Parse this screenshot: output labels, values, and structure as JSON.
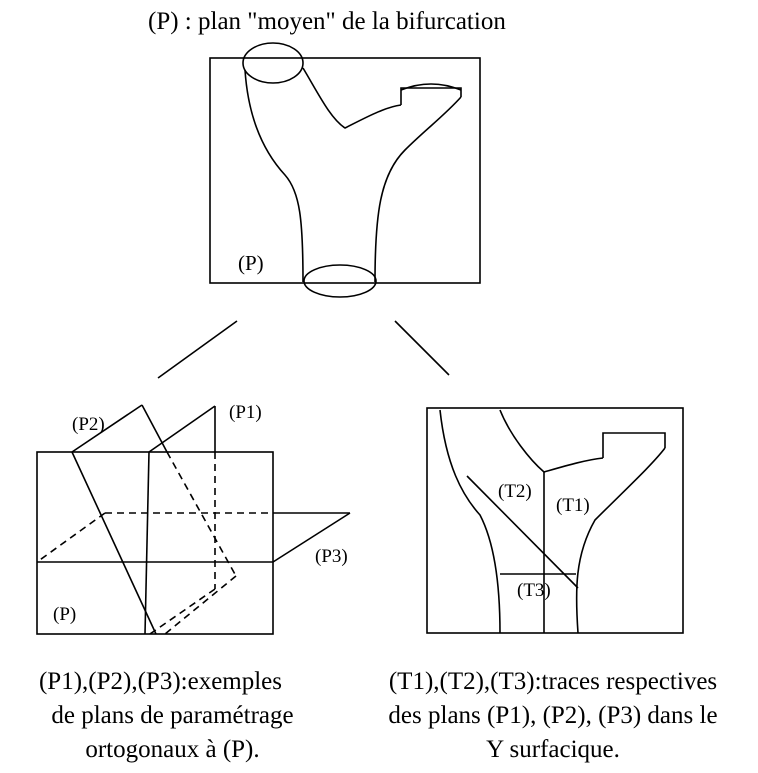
{
  "title": "(P) : plan \"moyen\" de la bifurcation",
  "panel_top": {
    "label_P": "(P)"
  },
  "panel_left": {
    "label_P2": "(P2)",
    "label_P1": "(P1)",
    "label_P3": "(P3)",
    "label_P": "(P)"
  },
  "panel_right": {
    "label_T2": "(T2)",
    "label_T1": "(T1)",
    "label_T3": "(T3)"
  },
  "caption_left": {
    "line1": "(P1),(P2),(P3):exemples",
    "line2": "de plans de paramétrage",
    "line3": "ortogonaux à (P)."
  },
  "caption_right": {
    "line1": "(T1),(T2),(T3):traces respectives",
    "line2": "des plans (P1), (P2), (P3) dans le",
    "line3": "Y surfacique."
  }
}
